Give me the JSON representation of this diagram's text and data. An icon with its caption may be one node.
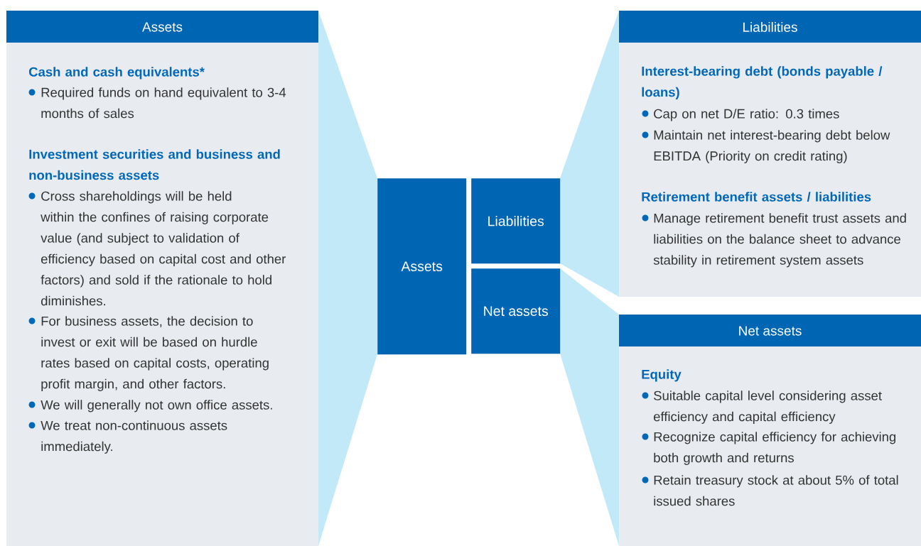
{
  "diagram": {
    "nodes": [
      {
        "text": [
          "Assets",
          "Cash and cash equivalents*",
          "Required funds on hand equivalent to 3-4 months of sales",
          "Investment securities and business and non-business assets",
          "Cross shareholdings will be held within the confines of raising corporate value (and subject to validation of efficiency based on capital cost and other factors) and sold if the rationale to hold diminishes.",
          "For business assets, the decision to invest or exit will be based on hurdle rates based on capital costs, operating profit margin, and other factors.",
          "We will generally not own office assets.",
          "We treat non-continuous assets immediately."
        ]
      },
      {
        "text": [
          "Assets"
        ]
      },
      {
        "text": [
          "Liabilities"
        ]
      },
      {
        "text": [
          "Net assets"
        ]
      },
      {
        "text": [
          "Liabilities",
          "Interest-bearing debt (bonds payable / loans)",
          "Cap on net D/E ratio: 0.3 times",
          "Maintain net interest-bearing debt below EBITDA (Priority on credit rating)",
          "Retirement benefit assets / liabilities",
          "Manage retirement benefit trust assets and liabilities on the balance sheet to advance stability in retirement system assets"
        ]
      },
      {
        "text": [
          "Net assets",
          "Equity",
          "Suitable capital level considering asset efficiency and capital efficiency",
          "Recognize capital efficiency for achieving both growth and returns",
          "Retain treasury stock at about 5% of total issued shares"
        ]
      }
    ],
    "edges": [
      {
        "from": 1,
        "to": 0,
        "arrow": "none"
      },
      {
        "from": 2,
        "to": 4,
        "arrow": "none"
      },
      {
        "from": 3,
        "to": 5,
        "arrow": "none"
      }
    ]
  }
}
